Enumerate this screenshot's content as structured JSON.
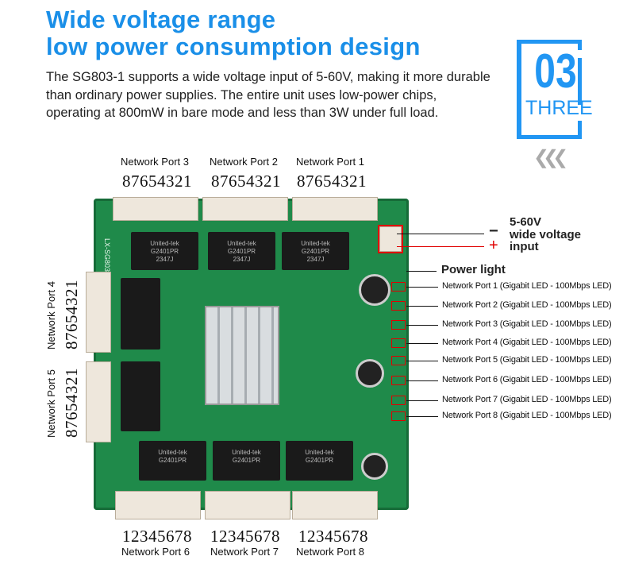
{
  "header": {
    "title_line1": "Wide voltage range",
    "title_line2": "low power consumption design",
    "description": "The SG803-1 supports a wide voltage input of 5-60V, making it more durable than ordinary power supplies. The entire unit uses low-power chips, operating at 800mW in bare mode and less than 3W under full load."
  },
  "badge": {
    "number": "03",
    "word": "THREE",
    "chevrons": "❮❮❮"
  },
  "ports_top": [
    {
      "label": "Network Port 3",
      "pins": "87654321"
    },
    {
      "label": "Network Port 2",
      "pins": "87654321"
    },
    {
      "label": "Network Port 1",
      "pins": "87654321"
    }
  ],
  "ports_left": [
    {
      "label": "Network Port 4",
      "pins": "87654321"
    },
    {
      "label": "Network Port 5",
      "pins": "87654321"
    }
  ],
  "ports_bottom": [
    {
      "label": "Network Port 6",
      "pins": "12345678"
    },
    {
      "label": "Network Port 7",
      "pins": "12345678"
    },
    {
      "label": "Network Port 8",
      "pins": "12345678"
    }
  ],
  "power": {
    "minus": "−",
    "plus": "+",
    "line1": "5-60V",
    "line2": "wide voltage",
    "line3": "input",
    "light": "Power light"
  },
  "board": {
    "silk": "LX-SG803",
    "chip_brand": "United-tek",
    "chip_model": "G2401PR",
    "chip_date": "2347J"
  },
  "leds": [
    "Network Port 1 (Gigabit LED - 100Mbps LED)",
    "Network Port 2 (Gigabit LED - 100Mbps LED)",
    "Network Port 3 (Gigabit LED - 100Mbps LED)",
    "Network Port 4 (Gigabit LED - 100Mbps LED)",
    "Network Port 5 (Gigabit LED - 100Mbps LED)",
    "Network Port 6 (Gigabit LED - 100Mbps LED)",
    "Network Port 7 (Gigabit LED - 100Mbps LED)",
    "Network Port 8 (Gigabit LED - 100Mbps LED)"
  ],
  "colors": {
    "accent": "#1a8fe8",
    "pcb": "#1f8a4a",
    "marker": "#e00000"
  }
}
